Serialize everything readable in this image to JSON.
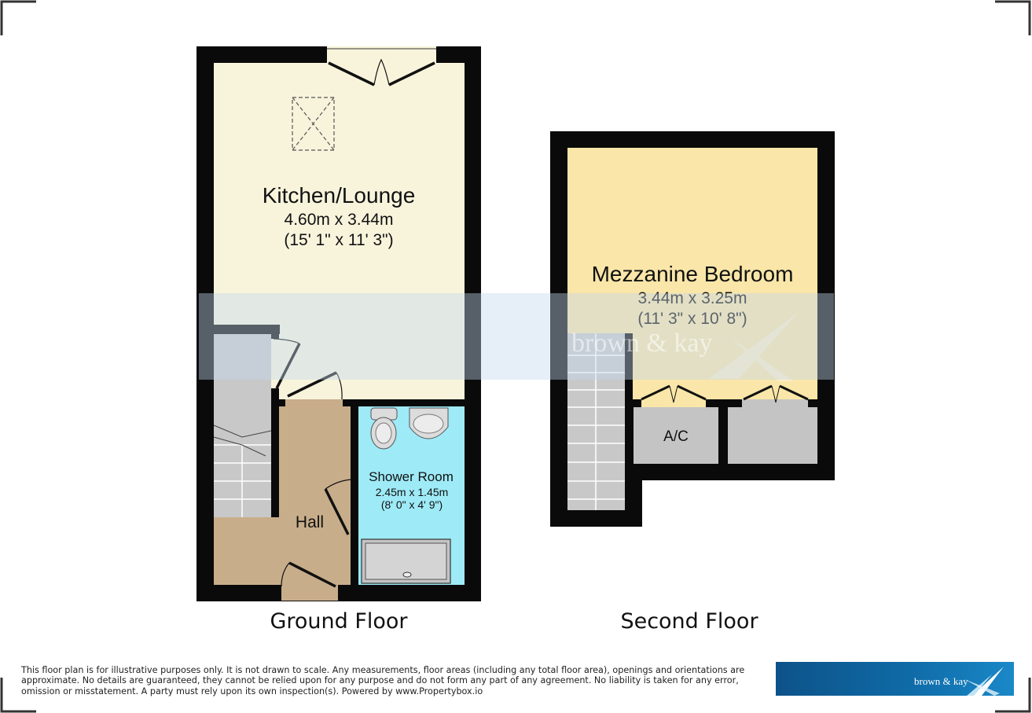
{
  "rooms": {
    "kitchen": {
      "name": "Kitchen/Lounge",
      "metric": "4.60m x 3.44m",
      "imperial": "(15' 1\" x 11' 3\")"
    },
    "shower": {
      "name": "Shower Room",
      "metric": "2.45m x 1.45m",
      "imperial": "(8' 0\" x 4' 9\")"
    },
    "hall": {
      "name": "Hall"
    },
    "bedroom": {
      "name": "Mezzanine Bedroom",
      "metric": "3.44m x 3.25m",
      "imperial": "(11' 3\" x 10' 8\")"
    },
    "ac": {
      "name": "A/C"
    }
  },
  "floors": {
    "ground": "Ground Floor",
    "second": "Second Floor"
  },
  "disclaimer": "This floor plan is for illustrative purposes only. It is not drawn to scale. Any measurements, floor areas (including any total floor area), openings and orientations are approximate. No details are guaranteed, they cannot be relied upon for any purpose and do not form any part of any agreement. No liability is taken for any error, omission or misstatement. A party must rely upon its own inspection(s). Powered by www.Propertybox.io",
  "brand": {
    "name": "brown & kay",
    "watermark": "brown & kay"
  },
  "colors": {
    "wall": "#0a0a0a",
    "kitchen_fill": "#f8f4dc",
    "bedroom_fill": "#f9e6a8",
    "hall_fill": "#c8ad8a",
    "shower_fill": "#9eeaf7",
    "stairs_fill": "#c8c8c8",
    "cupboard_fill": "#c4c4c4",
    "brand_blue": "#0f6aa6"
  },
  "icons": [
    "crop-corner-icon",
    "skylight-icon",
    "toilet-icon",
    "basin-icon",
    "shower-tray-icon",
    "staircase-icon",
    "double-door-icon",
    "door-swing-icon",
    "brand-logo-icon"
  ]
}
